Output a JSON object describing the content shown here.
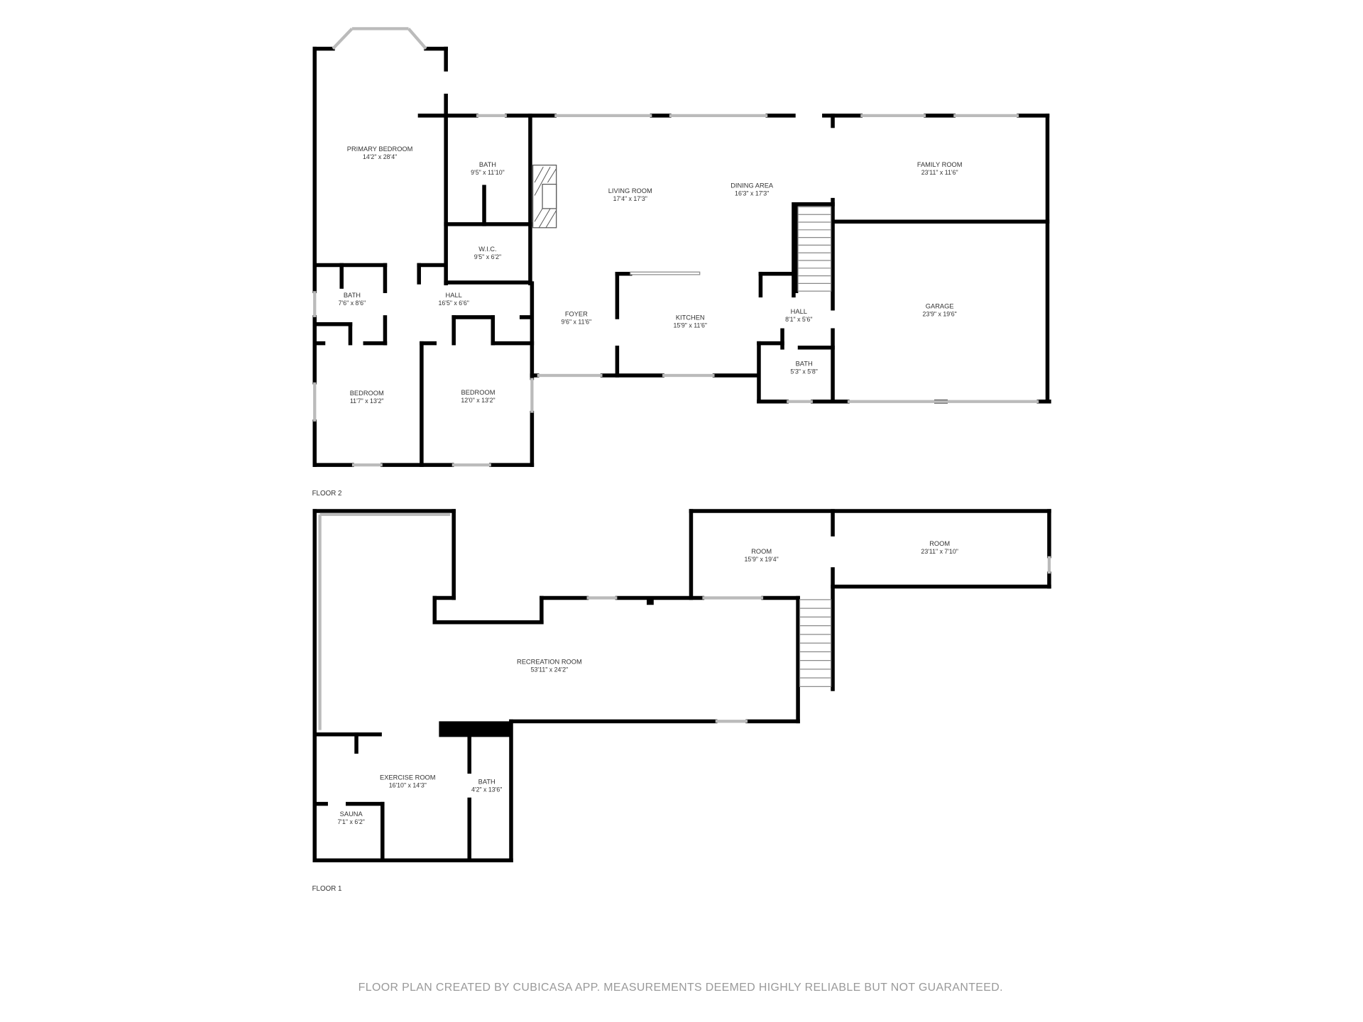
{
  "floors": [
    {
      "label": "FLOOR 2",
      "rooms": [
        {
          "name": "PRIMARY BEDROOM",
          "dims": "14'2\" x 28'4\""
        },
        {
          "name": "BATH",
          "dims": "9'5\" x 11'10\""
        },
        {
          "name": "W.I.C.",
          "dims": "9'5\" x 6'2\""
        },
        {
          "name": "LIVING ROOM",
          "dims": "17'4\" x 17'3\""
        },
        {
          "name": "DINING AREA",
          "dims": "16'3\" x 17'3\""
        },
        {
          "name": "FAMILY ROOM",
          "dims": "23'11\" x 11'6\""
        },
        {
          "name": "BATH",
          "dims": "7'6\" x 8'6\""
        },
        {
          "name": "HALL",
          "dims": "16'5\" x 6'6\""
        },
        {
          "name": "FOYER",
          "dims": "9'6\" x 11'6\""
        },
        {
          "name": "KITCHEN",
          "dims": "15'9\" x 11'6\""
        },
        {
          "name": "HALL",
          "dims": "8'1\" x 5'6\""
        },
        {
          "name": "GARAGE",
          "dims": "23'9\" x 19'6\""
        },
        {
          "name": "BATH",
          "dims": "5'3\" x 5'8\""
        },
        {
          "name": "BEDROOM",
          "dims": "11'7\" x 13'2\""
        },
        {
          "name": "BEDROOM",
          "dims": "12'0\" x 13'2\""
        }
      ]
    },
    {
      "label": "FLOOR 1",
      "rooms": [
        {
          "name": "ROOM",
          "dims": "15'9\" x 19'4\""
        },
        {
          "name": "ROOM",
          "dims": "23'11\" x 7'10\""
        },
        {
          "name": "RECREATION ROOM",
          "dims": "53'11\" x 24'2\""
        },
        {
          "name": "EXERCISE ROOM",
          "dims": "16'10\" x 14'3\""
        },
        {
          "name": "BATH",
          "dims": "4'2\" x 13'6\""
        },
        {
          "name": "SAUNA",
          "dims": "7'1\" x 6'2\""
        }
      ]
    }
  ],
  "footer": "FLOOR PLAN CREATED BY CUBICASA APP. MEASUREMENTS DEEMED HIGHLY RELIABLE BUT NOT GUARANTEED.",
  "colors": {
    "wall": "#000000",
    "window": "#bbbbbb",
    "footer_text": "#999999"
  }
}
